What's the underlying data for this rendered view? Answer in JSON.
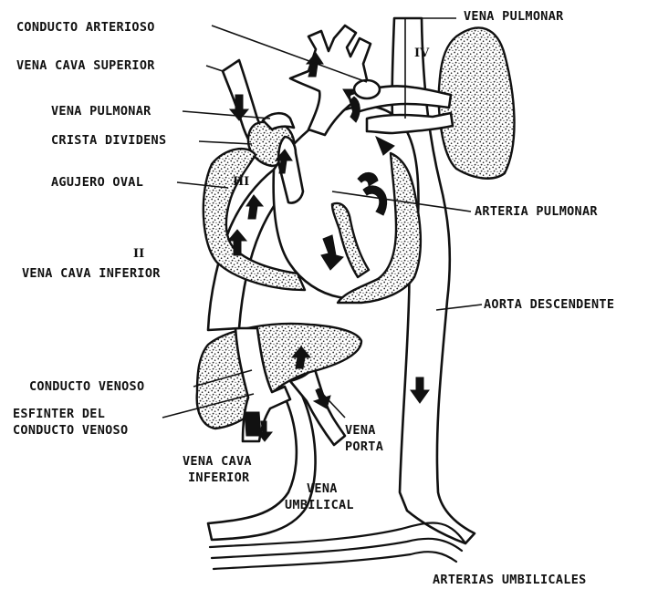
{
  "labels": {
    "conducto_arterioso": "CONDUCTO ARTERIOSO",
    "vena_cava_superior": "VENA CAVA SUPERIOR",
    "vena_pulmonar_left": "VENA PULMONAR",
    "crista_dividens": "CRISTA DIVIDENS",
    "agujero_oval": "AGUJERO OVAL",
    "vena_cava_inferior_ii": "VENA CAVA INFERIOR",
    "conducto_venoso": "CONDUCTO VENOSO",
    "esfinter_line1": "ESFINTER DEL",
    "esfinter_line2": "CONDUCTO VENOSO",
    "vena_cava_inferior_line1": "VENA CAVA",
    "vena_cava_inferior_line2": "INFERIOR",
    "vena_umbilical_line1": "VENA",
    "vena_umbilical_line2": "UMBILICAL",
    "vena_porta_line1": "VENA",
    "vena_porta_line2": "PORTA",
    "vena_pulmonar_right": "VENA PULMONAR",
    "arteria_pulmonar": "ARTERIA PULMONAR",
    "aorta_descendente": "AORTA DESCENDENTE",
    "arterias_umbilicales": "ARTERIAS UMBILICALES"
  },
  "roman_numerals": {
    "ii": "II",
    "iii": "III",
    "iv": "IV"
  }
}
